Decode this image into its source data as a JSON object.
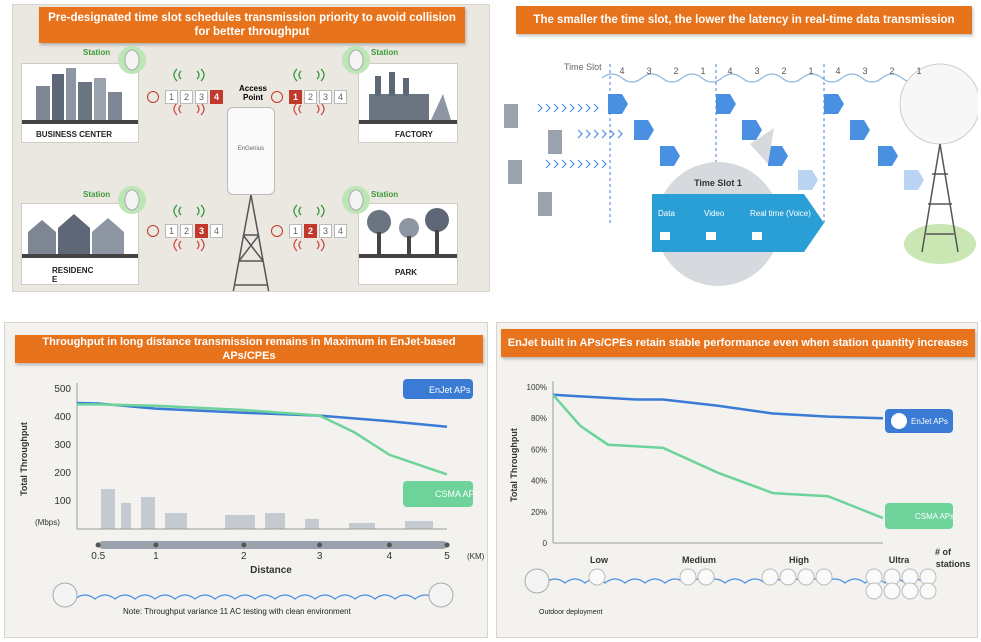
{
  "panel1": {
    "title": "Pre-designated time slot schedules transmission priority to avoid collision for better throughput",
    "station_label": "Station",
    "access_point_label": "Access Point",
    "locations": [
      "BUSINESS CENTER",
      "FACTORY",
      "RESIDENC E",
      "PARK"
    ],
    "slot_numbers": [
      "1",
      "2",
      "3",
      "4"
    ],
    "active_slots": [
      4,
      1,
      3,
      2
    ],
    "ap_brand": "EnGenius"
  },
  "panel2": {
    "title": "The smaller the time slot, the lower the latency in real-time data transmission",
    "time_slot_label": "Time Slot",
    "slot_sequence": [
      "4",
      "3",
      "2",
      "1",
      "4",
      "3",
      "2",
      "1",
      "4",
      "3",
      "2",
      "1"
    ],
    "bubble_title": "Time Slot 1",
    "bubble_items": [
      "Data",
      "Video",
      "Real time (Voice)"
    ]
  },
  "panel3": {
    "title": "Throughput in long distance transmission  remains in Maximum in EnJet-based APs/CPEs",
    "note": "Note: Throughput variance 11 AC testing with clean environment",
    "colors": {
      "enjet": "#3a7bd5",
      "csma": "#6dd39a"
    }
  },
  "panel4": {
    "title": "EnJet built in APs/CPEs retain stable performance even when station quantity increases",
    "outdoor_label": "Outdoor deployment",
    "colors": {
      "enjet": "#3a7bd5",
      "csma": "#6dd39a"
    }
  },
  "chart_data": [
    {
      "type": "line",
      "title": "",
      "xlabel": "Distance",
      "ylabel": "Total Throughput",
      "y_unit": "(Mbps)",
      "x_unit": "(KM)",
      "x_ticks": [
        "0.5",
        "1",
        "2",
        "3",
        "4",
        "5"
      ],
      "y_ticks": [
        "100",
        "200",
        "300",
        "400",
        "500"
      ],
      "ylim": [
        0,
        500
      ],
      "series": [
        {
          "name": "EnJet APs",
          "x": [
            0,
            0.5,
            1,
            2,
            3,
            4,
            5
          ],
          "values": [
            450,
            448,
            430,
            415,
            405,
            385,
            365
          ]
        },
        {
          "name": "CSMA APs",
          "x": [
            0,
            0.5,
            1,
            2,
            3,
            3.5,
            4,
            5
          ],
          "values": [
            445,
            445,
            440,
            425,
            405,
            345,
            265,
            195
          ]
        }
      ],
      "legend": "right"
    },
    {
      "type": "line",
      "title": "",
      "xlabel": "# of stations",
      "ylabel": "Total Throughput",
      "categories": [
        "Low",
        "Medium",
        "High",
        "Ultra"
      ],
      "y_ticks": [
        "0",
        "20%",
        "40%",
        "60%",
        "80%",
        "100%"
      ],
      "ylim": [
        0,
        100
      ],
      "series": [
        {
          "name": "EnJet APs",
          "x": [
            0,
            0.25,
            0.5,
            0.75,
            1,
            1.5,
            2,
            2.5,
            3
          ],
          "values": [
            95,
            94,
            93,
            92,
            92,
            88,
            83,
            81,
            80
          ]
        },
        {
          "name": "CSMA APs",
          "x": [
            0,
            0.25,
            0.5,
            0.75,
            1,
            1.5,
            2,
            2.5,
            3
          ],
          "values": [
            95,
            75,
            63,
            62,
            61,
            45,
            32,
            30,
            16
          ]
        }
      ],
      "legend": "right"
    }
  ]
}
